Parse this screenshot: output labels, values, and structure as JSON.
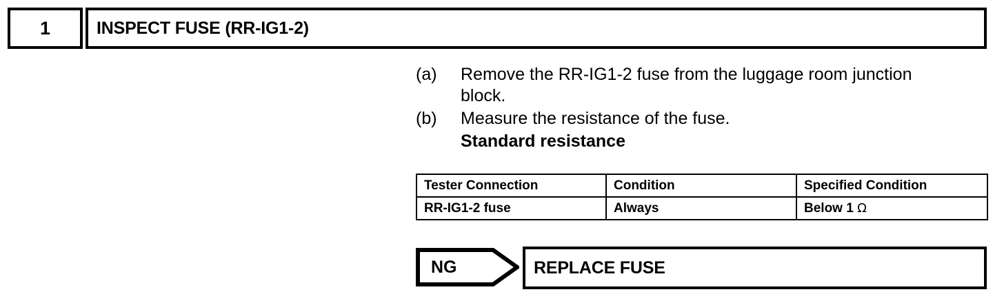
{
  "step": {
    "number": "1",
    "title": "INSPECT FUSE (RR-IG1-2)"
  },
  "instructions": [
    {
      "marker": "(a)",
      "text": "Remove the RR-IG1-2 fuse from the luggage room junction block."
    },
    {
      "marker": "(b)",
      "text": "Measure the resistance of the fuse.",
      "subheading": "Standard resistance"
    }
  ],
  "spec_table": {
    "headers": [
      "Tester Connection",
      "Condition",
      "Specified Condition"
    ],
    "rows": [
      {
        "tester_connection": "RR-IG1-2 fuse",
        "condition": "Always",
        "specified_condition_prefix": "Below 1 ",
        "specified_condition_unit": "Ω"
      }
    ]
  },
  "result_flow": {
    "judgement": "NG",
    "action": "REPLACE FUSE"
  }
}
